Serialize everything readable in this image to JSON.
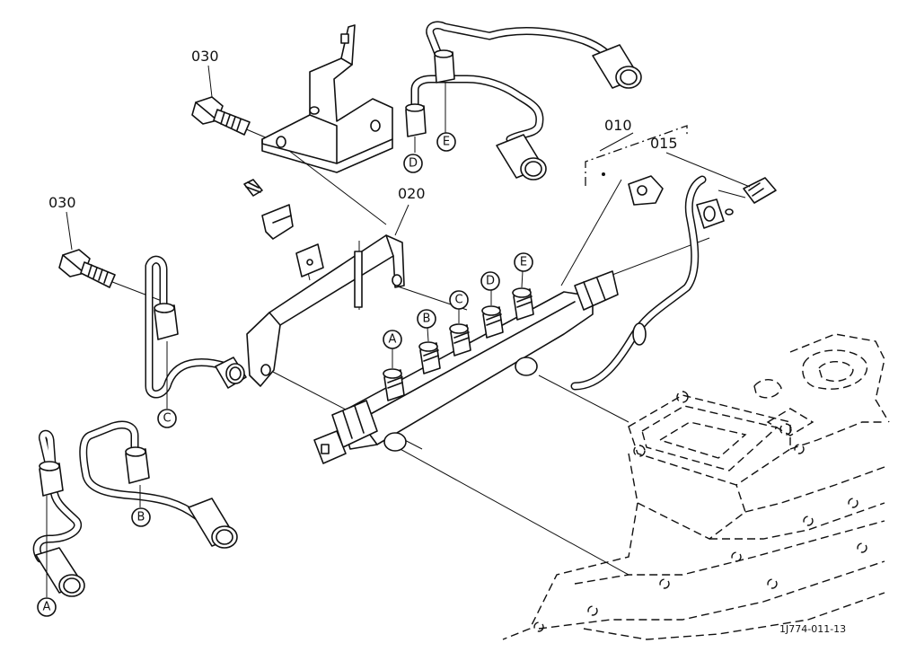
{
  "part_numbers": {
    "p010": "010",
    "p015": "015",
    "p020": "020",
    "p030_top": "030",
    "p030_mid": "030"
  },
  "connection_labels": {
    "rail_a": "A",
    "rail_b": "B",
    "rail_c": "C",
    "rail_d": "D",
    "rail_e": "E",
    "pipe_d": "D",
    "pipe_e": "E",
    "pipe_c": "C",
    "pipe_b": "B",
    "pipe_a": "A"
  },
  "drawing_code": "1J774-011-13"
}
